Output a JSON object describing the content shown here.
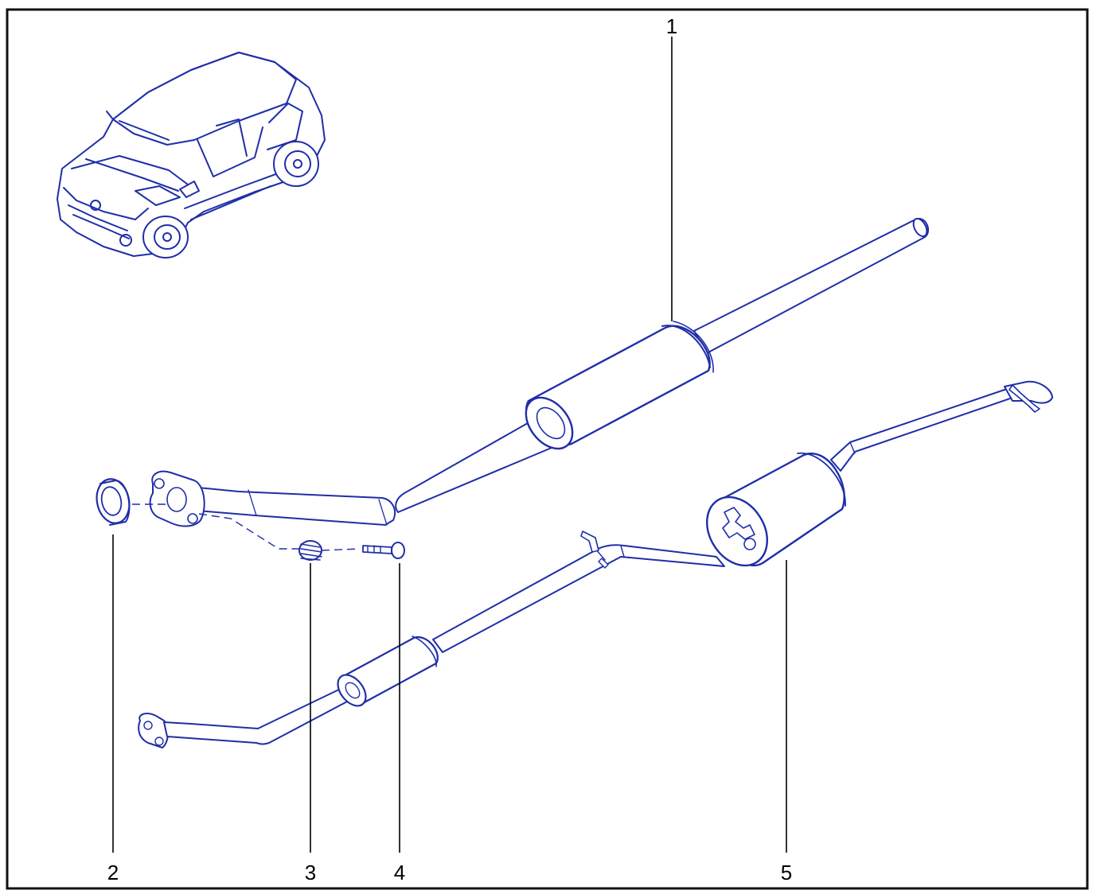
{
  "colors": {
    "line_art": "#1f2ea8",
    "frame": "#111111",
    "text": "#000000",
    "background": "#ffffff"
  },
  "callouts": [
    {
      "id": "1",
      "label": "1"
    },
    {
      "id": "2",
      "label": "2"
    },
    {
      "id": "3",
      "label": "3"
    },
    {
      "id": "4",
      "label": "4"
    },
    {
      "id": "5",
      "label": "5"
    }
  ]
}
